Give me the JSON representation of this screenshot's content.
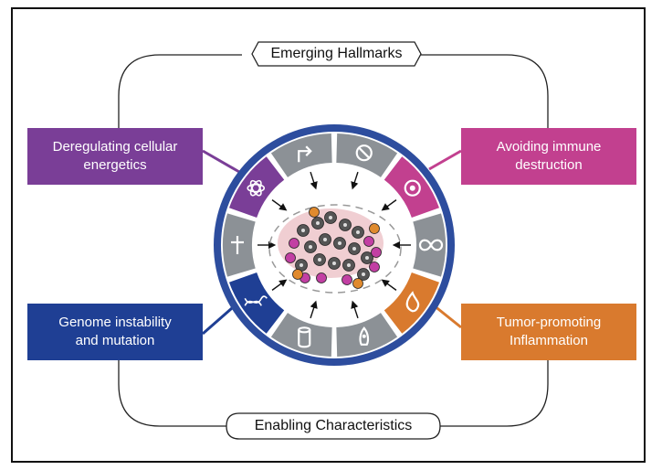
{
  "header": {
    "title": "Emerging Hallmarks"
  },
  "footer": {
    "title": "Enabling Characteristics"
  },
  "boxes": {
    "top_left": {
      "text": "Deregulating cellular\nenergetics",
      "color": "#7a3e97"
    },
    "top_right": {
      "text": "Avoiding immune\ndestruction",
      "color": "#c2408f"
    },
    "bottom_left": {
      "text": "Genome instability\nand mutation",
      "color": "#1f3f94"
    },
    "bottom_right": {
      "text": "Tumor-promoting\nInflammation",
      "color": "#d97a2e"
    }
  },
  "wheel": {
    "ring_color": "#2d4d9e",
    "segment_gray": "#8c9196",
    "segments": [
      "arrow-icon",
      "no-entry-icon",
      "immune-cell-icon",
      "infinity-icon",
      "flame-icon",
      "rocket-icon",
      "cylinder-icon",
      "dna-icon",
      "cross-icon",
      "atom-icon"
    ]
  }
}
